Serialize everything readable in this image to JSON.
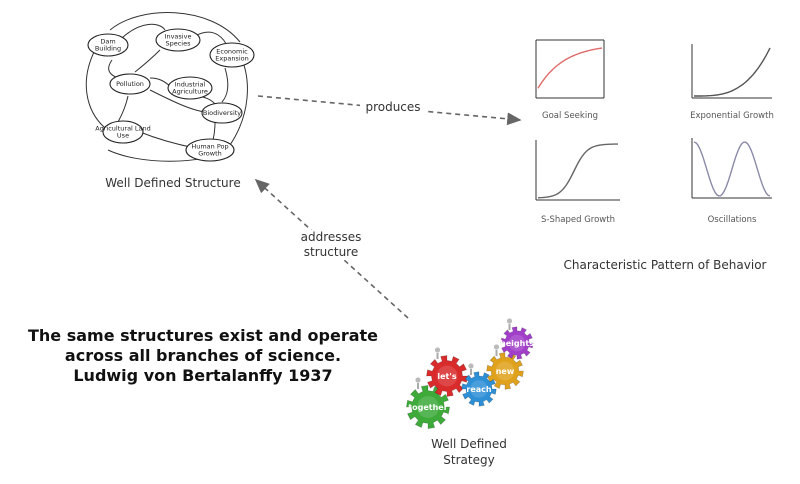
{
  "structure": {
    "label": "Well Defined Structure",
    "nodes": [
      "Dam Building",
      "Invasive Species",
      "Economic Expansion",
      "Pollution",
      "Industrial Agriculture",
      "Biodiversity",
      "Agricultural Land Use",
      "Human Pop Growth"
    ]
  },
  "patterns": {
    "label": "Characteristic Pattern of Behavior",
    "charts": [
      {
        "title": "Goal Seeking"
      },
      {
        "title": "Exponential Growth"
      },
      {
        "title": "S-Shaped Growth"
      },
      {
        "title": "Oscillations"
      }
    ]
  },
  "strategy": {
    "label_line1": "Well Defined",
    "label_line2": "Strategy",
    "gears": [
      "together",
      "let's",
      "reach",
      "new",
      "heights"
    ],
    "gear_colors": [
      "#3daa3a",
      "#d92b2b",
      "#2d8fd6",
      "#e0a21c",
      "#a23fc9"
    ]
  },
  "edges": {
    "produces": "produces",
    "addresses_line1": "addresses",
    "addresses_line2": "structure"
  },
  "quote": {
    "line1": "The same structures exist and operate",
    "line2": "across all branches of science.",
    "line3": "Ludwig von Bertalanffy 1937"
  }
}
